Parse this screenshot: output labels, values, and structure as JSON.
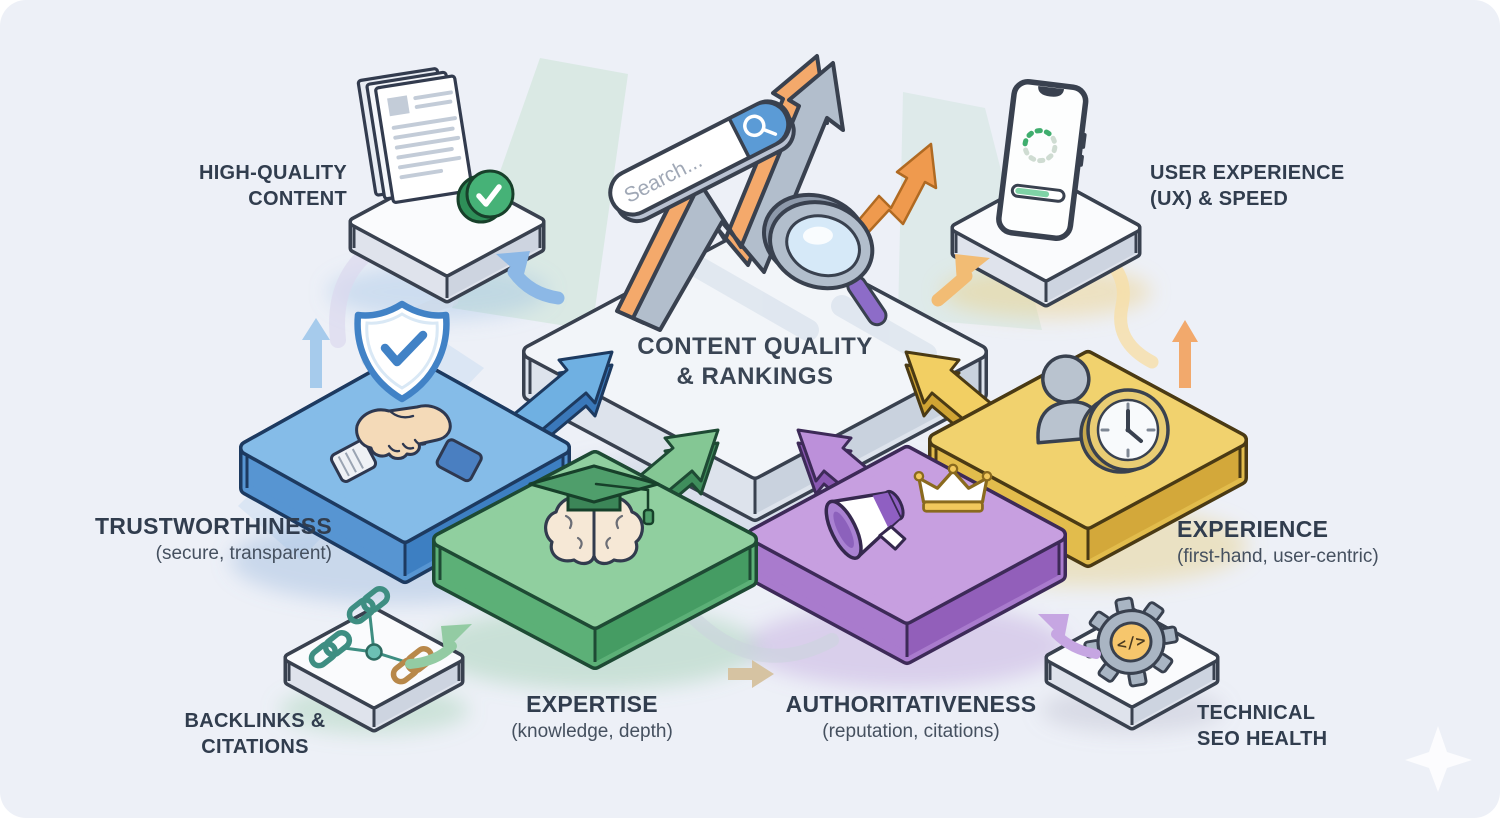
{
  "palette": {
    "background": "#edf0f7",
    "trust_blue": "#85bce8",
    "expertise_green": "#90cf9f",
    "authority_purple": "#c79fe0",
    "experience_yellow": "#f1d26e",
    "center_platform": "#f2f5f9",
    "small_platform": "#fafbfd",
    "accent_orange": "#f4a96b",
    "outline_dark": "#39414f",
    "text_dark": "#313d4e"
  },
  "center": {
    "title_line1": "CONTENT QUALITY",
    "title_line2": "& RANKINGS",
    "search_placeholder": "Search..."
  },
  "nodes": {
    "high_quality_content": {
      "line1": "HIGH-QUALITY",
      "line2": "CONTENT"
    },
    "user_experience": {
      "line1": "USER EXPERIENCE",
      "line2": "(UX) & SPEED"
    },
    "trustworthiness": {
      "title": "TRUSTWORTHINESS",
      "subtitle": "(secure, transparent)"
    },
    "expertise": {
      "title": "EXPERTISE",
      "subtitle": "(knowledge, depth)"
    },
    "authoritativeness": {
      "title": "AUTHORITATIVENESS",
      "subtitle": "(reputation, citations)"
    },
    "experience": {
      "title": "EXPERIENCE",
      "subtitle": "(first-hand, user-centric)"
    },
    "backlinks": {
      "line1": "BACKLINKS &",
      "line2": "CITATIONS"
    },
    "technical_seo": {
      "line1": "TECHNICAL",
      "line2": "SEO HEALTH",
      "glyph": "</>"
    }
  },
  "icons": [
    "documents-with-check",
    "phone-loading",
    "search-bar",
    "growth-arrow",
    "magnifier",
    "shield-check",
    "handshake",
    "graduation-brain",
    "megaphone",
    "crown",
    "person-clock",
    "chain-links",
    "gear-code",
    "sparkle"
  ]
}
